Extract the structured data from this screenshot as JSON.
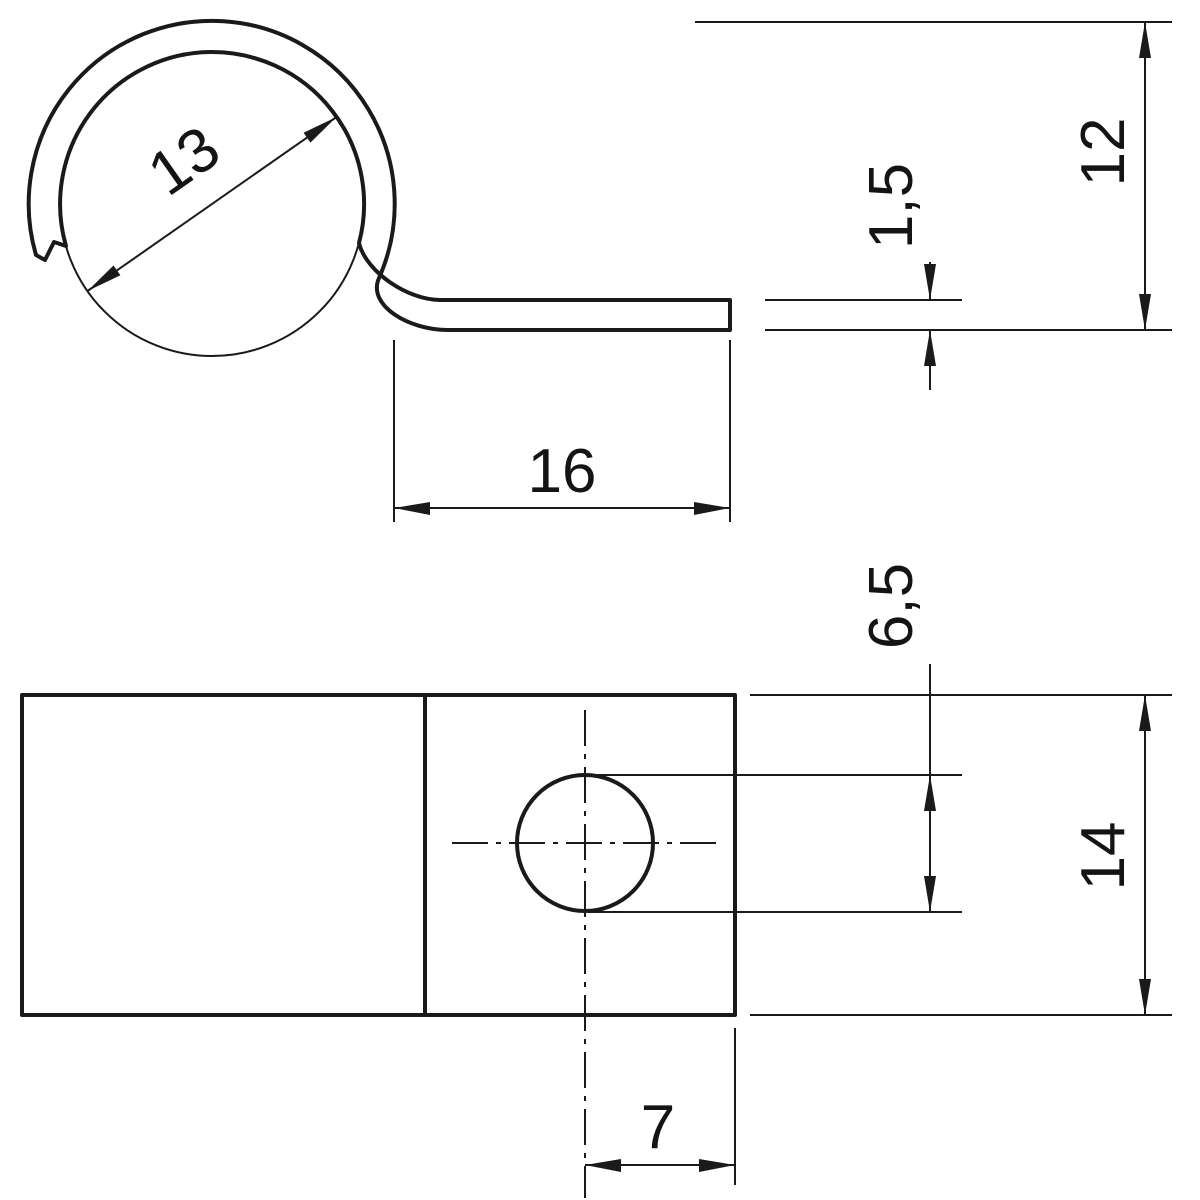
{
  "drawing": {
    "type": "technical-dimension-drawing",
    "background": "#ffffff",
    "line_color": "#1a1a1a",
    "views": [
      "side-profile-of-clip",
      "top-view-of-base-plate"
    ]
  },
  "dimensions": {
    "loop_inner_diameter": "13",
    "overall_height": "12",
    "material_thickness": "1,5",
    "leg_length": "16",
    "hole_diameter": "6,5",
    "plate_width": "14",
    "hole_center_to_edge": "7"
  }
}
